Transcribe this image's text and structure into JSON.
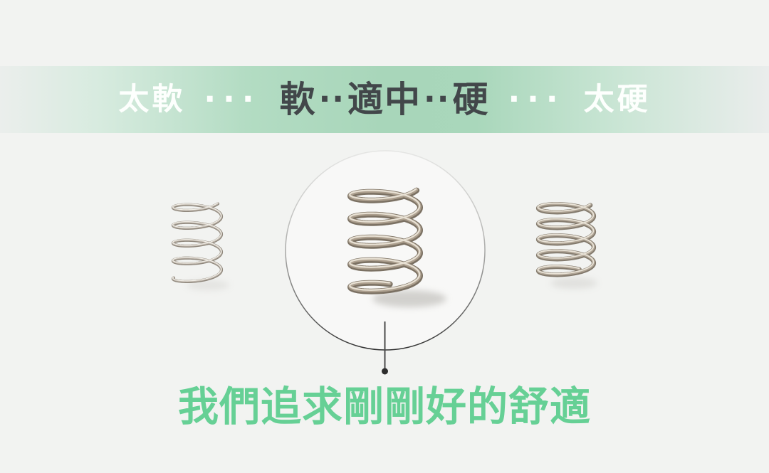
{
  "page": {
    "background": "#f2f3f1"
  },
  "band": {
    "too_soft": "太軟",
    "separator": "···",
    "soft": "軟",
    "dot_separator": "··",
    "medium": "適中",
    "hard": "硬",
    "too_hard": "太硬",
    "colors": {
      "light_text": "#ffffff",
      "dark_text": "#42474a",
      "gradient_edge": "#eaedec",
      "gradient_center": "#a8d6ba"
    }
  },
  "springs": {
    "left": {
      "name": "thin-soft-spring"
    },
    "center": {
      "name": "medium-spring-highlighted"
    },
    "right": {
      "name": "firm-spring"
    }
  },
  "pointer": {
    "color": "#4a4a4a"
  },
  "caption": {
    "text": "我們追求剛剛好的舒適",
    "color": "#66d095"
  }
}
